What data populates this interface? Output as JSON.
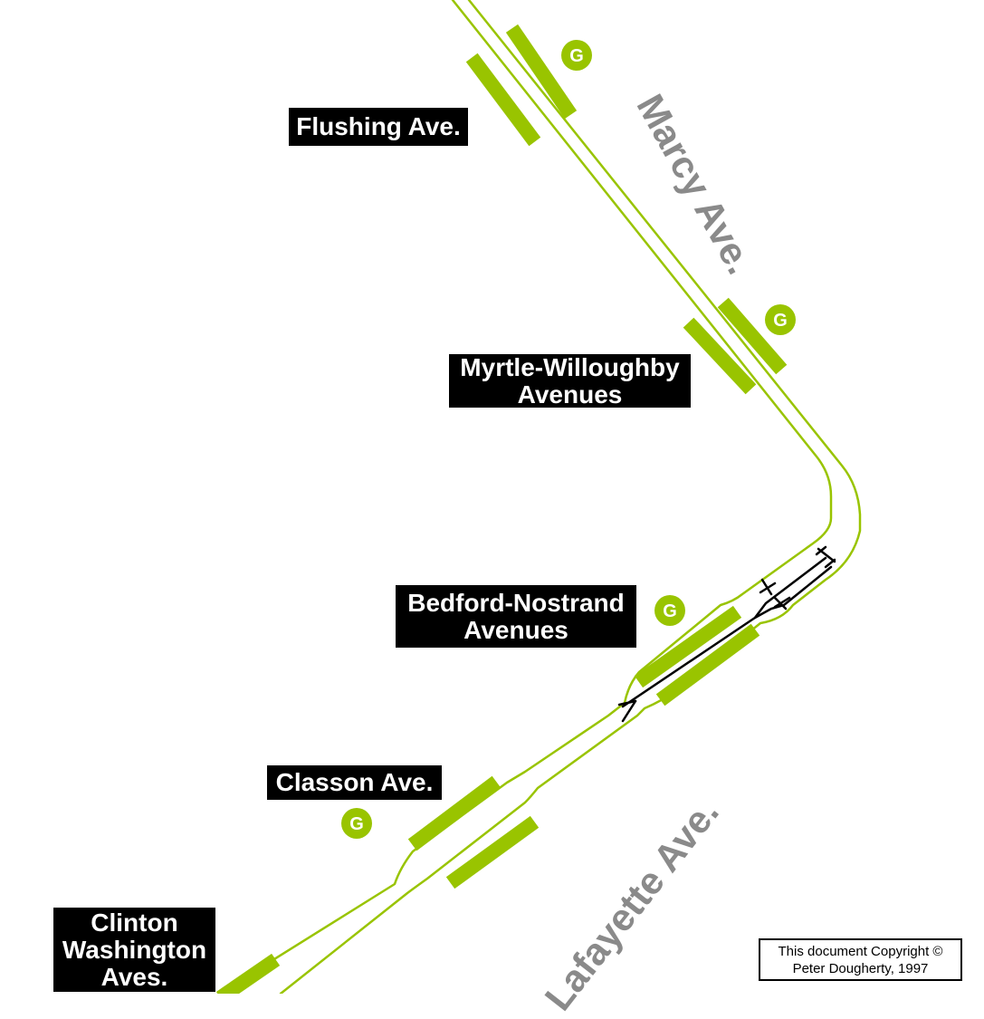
{
  "colors": {
    "line": "#99c400",
    "track": "#000000",
    "label_bg": "#000000",
    "label_text": "#ffffff",
    "street_text": "#8a8a8a"
  },
  "stations": [
    {
      "id": "flushing",
      "lines": [
        "Flushing Ave."
      ]
    },
    {
      "id": "myrtle",
      "lines": [
        "Myrtle-Willoughby",
        "Avenues"
      ]
    },
    {
      "id": "bedford",
      "lines": [
        "Bedford-Nostrand",
        "Avenues"
      ]
    },
    {
      "id": "classon",
      "lines": [
        "Classon Ave."
      ]
    },
    {
      "id": "clinton",
      "lines": [
        "Clinton",
        "Washington",
        "Aves."
      ]
    }
  ],
  "route_bullets": [
    "G",
    "G",
    "G",
    "G"
  ],
  "streets": [
    "Marcy Ave.",
    "Lafayette Ave."
  ],
  "copyright": {
    "line1": "This document Copyright ©",
    "line2": "Peter Dougherty, 1997"
  }
}
